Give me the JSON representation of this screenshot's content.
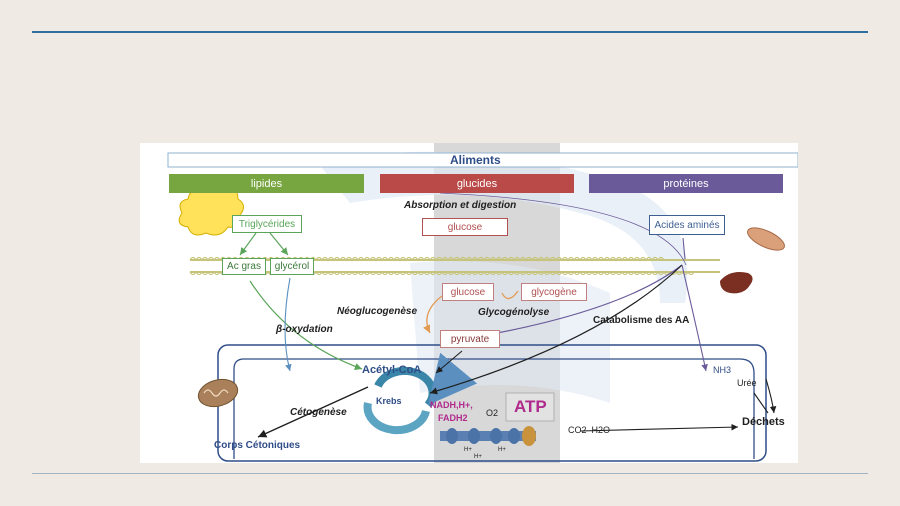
{
  "title": "Aliments",
  "categories": {
    "lipides": "lipides",
    "glucides": "glucides",
    "proteines": "protéines"
  },
  "labels": {
    "absorption": "Absorption et digestion",
    "triglycerides": "Triglycérides",
    "ac_gras": "Ac gras",
    "glycerol": "glycérol",
    "glucose_top": "glucose",
    "acides_amines": "Acides aminés",
    "glucose_mid": "glucose",
    "glycogene": "glycogène",
    "neoglucogenese": "Néoglucogenèse",
    "glycogenolyse": "Glycogénolyse",
    "catabolisme": "Catabolisme des AA",
    "beta_oxydation": "β-oxydation",
    "pyruvate": "pyruvate",
    "acetyl_coa": "Acétyl-CoA",
    "nh3": "NH3",
    "uree": "Urée",
    "krebs": "Krebs",
    "nadh": "NADH,H+,",
    "fadh2": "FADH2",
    "o2": "O2",
    "atp": "ATP",
    "cetogenese": "Cétogenèse",
    "dechets": "Déchets",
    "corps_cetoniques": "Corps Cétoniques",
    "co2_h2o": "CO2  H2O",
    "h_plus": "H+"
  },
  "colors": {
    "lipides": "#77a53f",
    "glucides": "#b94a48",
    "proteines": "#6b5a9a",
    "lipid_box": "#5aa55a",
    "glucose_box": "#b05050",
    "amino_box": "#3e5f91",
    "mito": "#2f4d88",
    "krebs": "#3a86a8",
    "nadh": "#b02a8c",
    "membrane": "#c6c47a"
  }
}
